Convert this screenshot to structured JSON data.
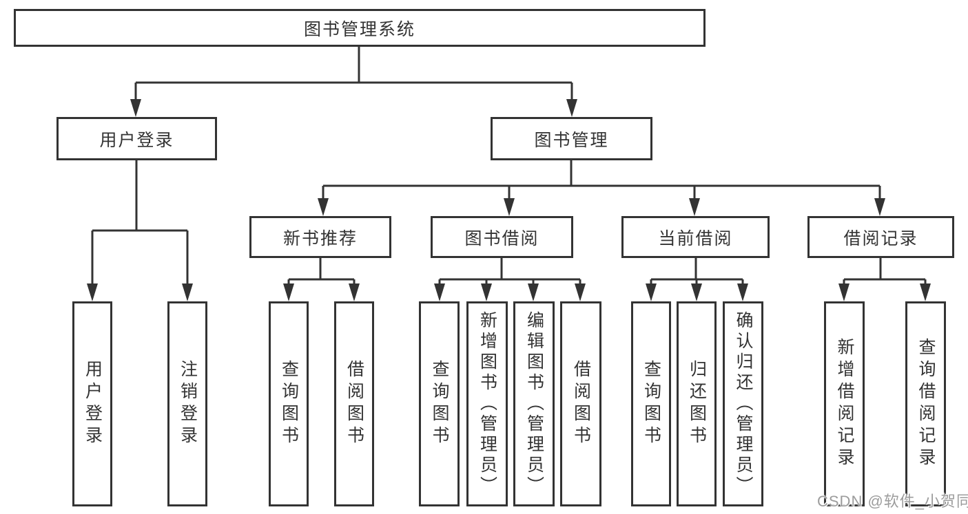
{
  "colors": {
    "line": "#333333",
    "text": "#333333",
    "box_background": "#ffffff",
    "page_background": "#ffffff",
    "watermark": "#9c9c9c"
  },
  "watermark": {
    "text": "CSDN @软件_小贺同学"
  },
  "tree": {
    "root": {
      "label": "图书管理系统",
      "children": [
        {
          "label": "用户登录",
          "children": [
            {
              "label": "用户登录"
            },
            {
              "label": "注销登录"
            }
          ]
        },
        {
          "label": "图书管理",
          "children": [
            {
              "label": "新书推荐",
              "children": [
                {
                  "label": "查询图书"
                },
                {
                  "label": "借阅图书"
                }
              ]
            },
            {
              "label": "图书借阅",
              "children": [
                {
                  "label": "查询图书"
                },
                {
                  "label": "新增图书（管理员）"
                },
                {
                  "label": "编辑图书（管理员）"
                },
                {
                  "label": "借阅图书"
                }
              ]
            },
            {
              "label": "当前借阅",
              "children": [
                {
                  "label": "查询图书"
                },
                {
                  "label": "归还图书"
                },
                {
                  "label": "确认归还（管理员）"
                }
              ]
            },
            {
              "label": "借阅记录",
              "children": [
                {
                  "label": "新增借阅记录"
                },
                {
                  "label": "查询借阅记录"
                }
              ]
            }
          ]
        }
      ]
    }
  }
}
